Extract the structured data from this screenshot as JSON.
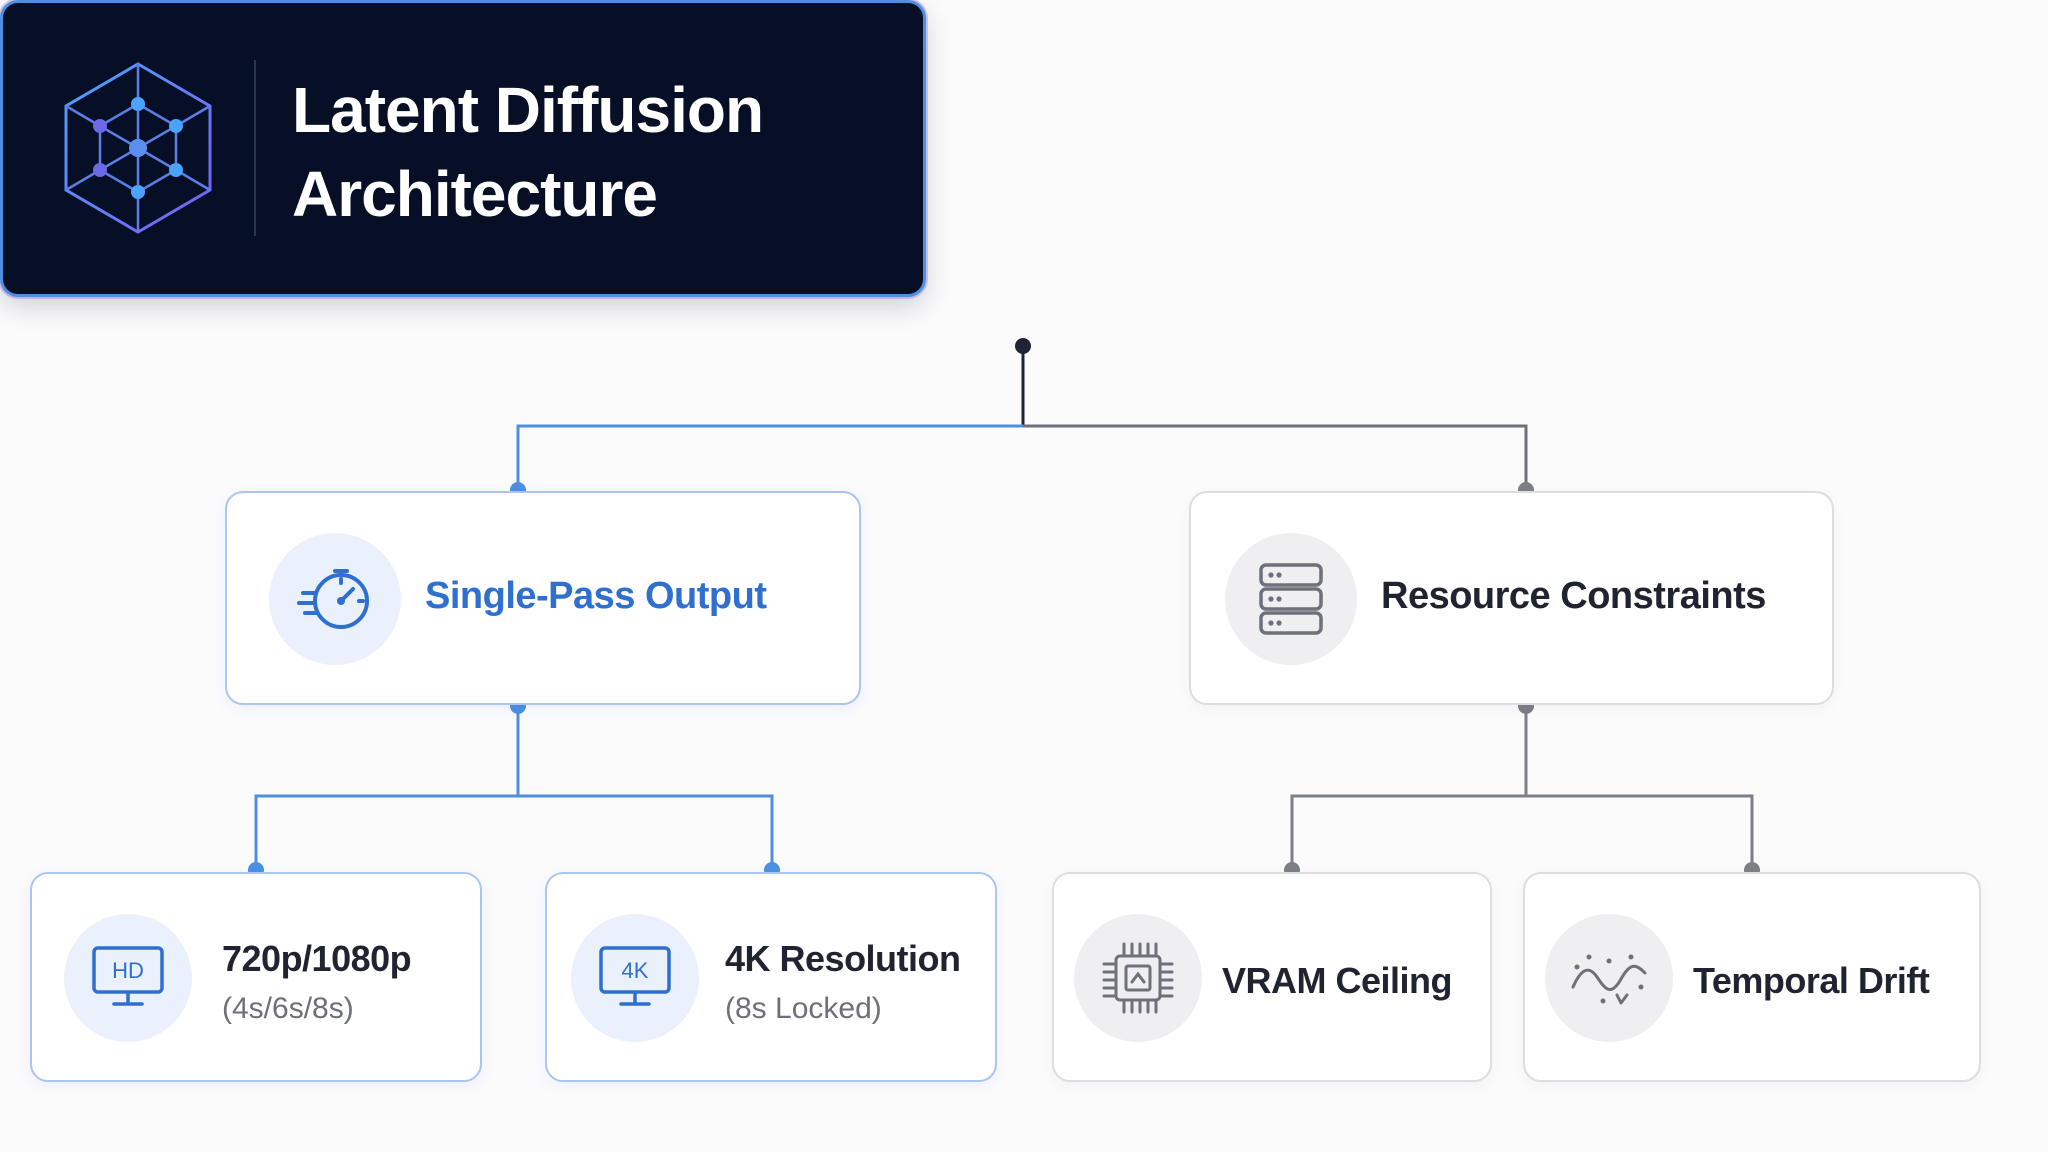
{
  "root": {
    "title_line1": "Latent Diffusion",
    "title_line2": "Architecture",
    "icon": "hexagon-network-icon"
  },
  "single_pass": {
    "label": "Single-Pass Output",
    "icon": "speedometer-icon",
    "accent": "#2f6fd0"
  },
  "resource": {
    "label": "Resource Constraints",
    "icon": "server-stack-icon"
  },
  "leaves": {
    "hd": {
      "title": "720p/1080p",
      "subtitle": "(4s/6s/8s)",
      "badge": "HD",
      "icon": "hd-monitor-icon"
    },
    "fourk": {
      "title": "4K Resolution",
      "subtitle": "(8s Locked)",
      "badge": "4K",
      "icon": "4k-monitor-icon"
    },
    "vram": {
      "title": "VRAM Ceiling",
      "icon": "chip-icon"
    },
    "drift": {
      "title": "Temporal Drift",
      "icon": "drift-wave-icon"
    }
  },
  "colors": {
    "blue": "#4d8fe0",
    "gray": "#7c7f86",
    "navy": "#070f26"
  }
}
